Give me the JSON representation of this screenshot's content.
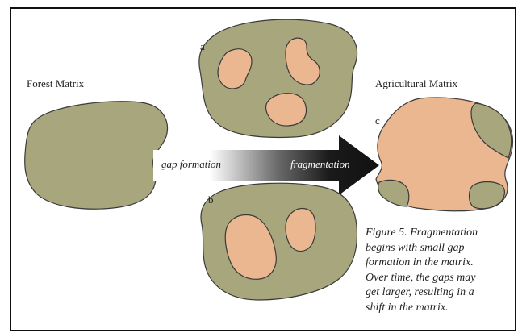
{
  "labels": {
    "forest_matrix": "Forest Matrix",
    "agricultural_matrix": "Agricultural Matrix",
    "panel_a": "a",
    "panel_b": "b",
    "panel_c": "c"
  },
  "arrow": {
    "left_text": "gap formation",
    "right_text": "fragmentation"
  },
  "caption": {
    "lines": [
      "Figure 5. Fragmentation",
      "begins with small gap",
      "formation in the matrix.",
      "Over time, the gaps may",
      "get larger, resulting in a",
      "shift in the matrix."
    ]
  },
  "colors": {
    "forest": "#a7a67c",
    "agriculture": "#ebb791",
    "outline": "#3a3a3a",
    "arrow_dark": "#141414"
  }
}
